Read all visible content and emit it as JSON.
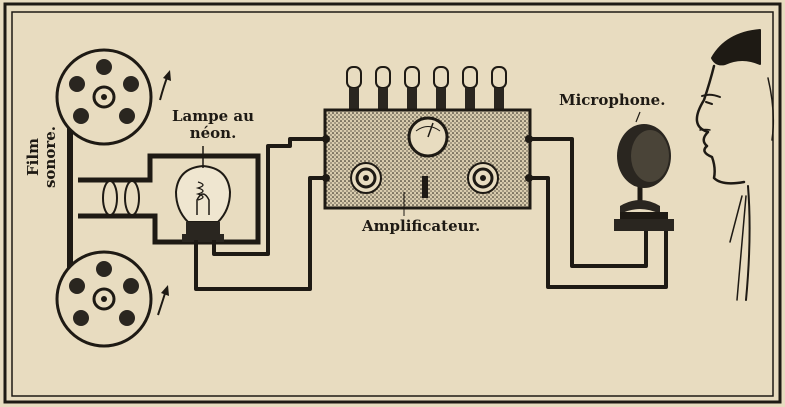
{
  "labels": {
    "film": [
      "Film",
      "sonore."
    ],
    "lampe": [
      "Lampe au",
      "néon."
    ],
    "microphone": "Microphone.",
    "amplificateur": "Amplificateur."
  },
  "colors": {
    "paper": "#e8dcc0",
    "ink": "#1e1a14",
    "panel": "#cbbfa3"
  },
  "icons": {
    "reel": "film-reel-icon",
    "lamp": "neon-lamp-icon",
    "lens": "lens-icon",
    "amplifier": "amplifier-icon",
    "tube": "vacuum-tube-icon",
    "meter": "meter-dial-icon",
    "microphone": "microphone-icon",
    "face": "speaker-profile-icon"
  }
}
